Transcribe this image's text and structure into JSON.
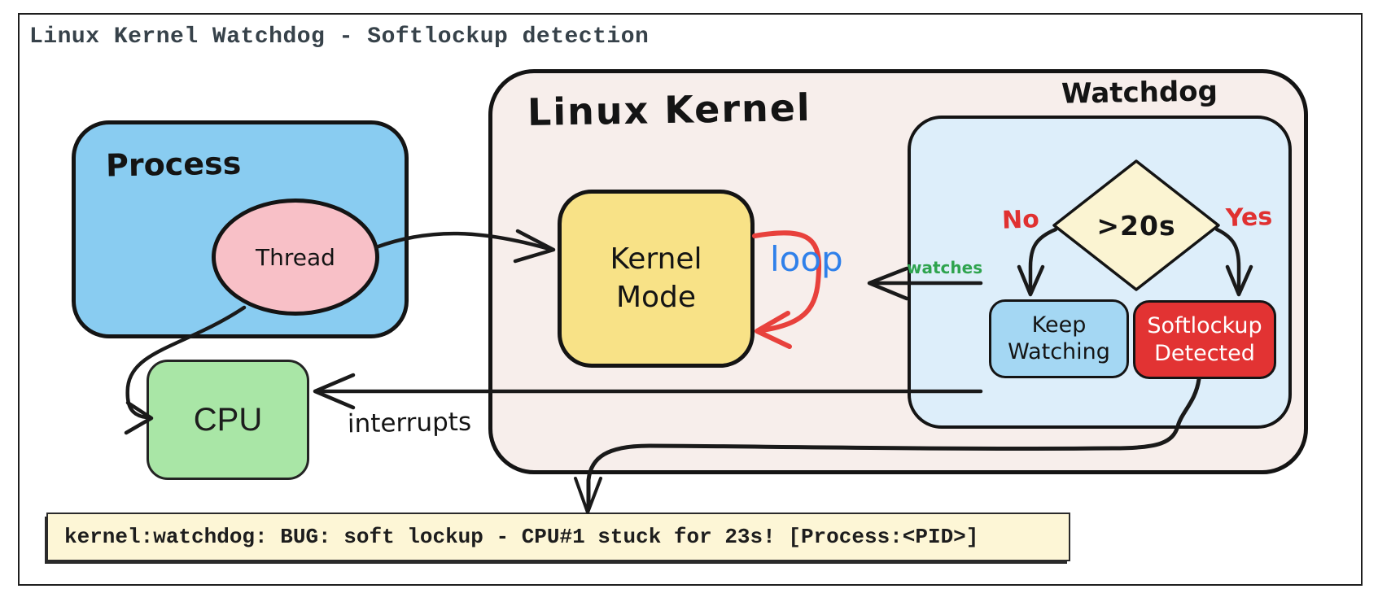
{
  "title": "Linux Kernel Watchdog - Softlockup detection",
  "process": {
    "label": "Process",
    "thread_label": "Thread"
  },
  "cpu": {
    "label": "CPU"
  },
  "kernel": {
    "label": "Linux Kernel",
    "kernel_mode_label": "Kernel Mode"
  },
  "watchdog": {
    "label": "Watchdog",
    "decision_label": ">20s",
    "no_label": "No",
    "yes_label": "Yes",
    "keep_watching_label": "Keep Watching",
    "softlockup_label": "Softlockup Detected"
  },
  "edges": {
    "loop_label": "loop",
    "watches_label": "watches",
    "interrupts_label": "interrupts"
  },
  "log": {
    "text": "kernel:watchdog: BUG: soft lockup - CPU#1 stuck for 23s! [Process:<PID>]"
  },
  "colors": {
    "process_fill": "#89ccf1",
    "thread_fill": "#f8c0c7",
    "cpu_fill": "#a9e6a6",
    "kernel_fill": "#f7eeeb",
    "kernel_mode_fill": "#f8e287",
    "watchdog_fill": "#ddeefa",
    "decision_fill": "#fbf4d2",
    "keep_watching_fill": "#a4d7f3",
    "softlockup_fill": "#e23333",
    "log_fill": "#fdf6d6",
    "loop_arrow": "#e8413c",
    "loop_text": "#2f80ea",
    "watches_text": "#2fa44f",
    "no_yes_text": "#e03131",
    "stroke": "#141414",
    "title_text": "#37424a"
  }
}
